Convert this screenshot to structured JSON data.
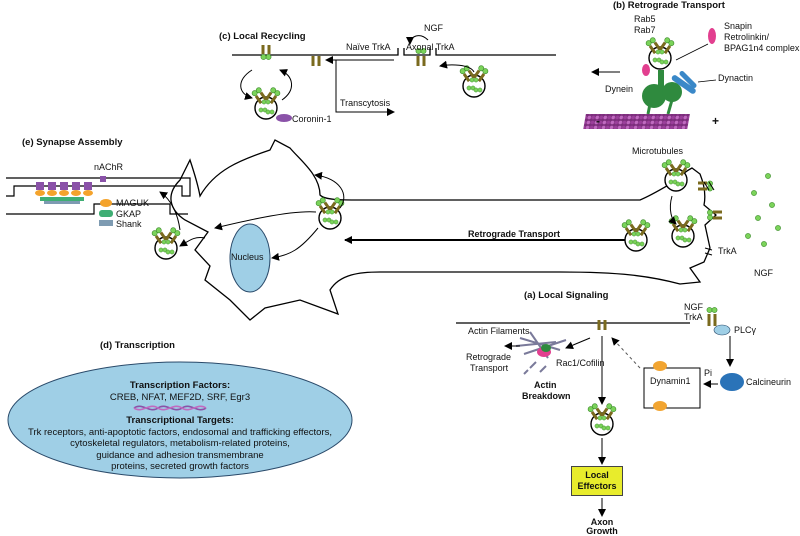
{
  "panels": {
    "a": "(a) Local Signaling",
    "b": "(b) Retrograde Transport",
    "c": "(c) Local Recycling",
    "d": "(d) Transcription",
    "e": "(e) Synapse Assembly"
  },
  "labels": {
    "rab5": "Rab5",
    "rab7": "Rab7",
    "snapin": "Snapin",
    "retrolinkin": "Retrolinkin/",
    "bpag": "BPAG1n4 complex",
    "dynactin": "Dynactin",
    "dynein": "Dynein",
    "minus": "-",
    "plus": "+",
    "microtubules": "Microtubules",
    "ngf_top": "NGF",
    "naive_trka": "Naïve TrkA",
    "axonal_trka": "Axonal TrkA",
    "coronin": "Coronin-1",
    "transcytosis": "Transcytosis",
    "nachr": "nAChR",
    "maguk": "MAGUK",
    "gkap": "GKAP",
    "shank": "Shank",
    "nucleus": "Nucleus",
    "retrograde_transport": "Retrograde Transport",
    "trka_right": "TrkA",
    "ngf_right": "NGF",
    "ngf_a": "NGF",
    "trka_a": "TrkA",
    "plcg": "PLCγ",
    "actin_filaments": "Actin Filaments",
    "retrograde_small_1": "Retrograde",
    "retrograde_small_2": "Transport",
    "rac1": "Rac1/Cofilin",
    "actin_breakdown_1": "Actin",
    "actin_breakdown_2": "Breakdown",
    "dynamin": "Dynamin1",
    "pi": "Pi",
    "calcineurin": "Calcineurin",
    "local_effectors_1": "Local",
    "local_effectors_2": "Effectors",
    "axon_growth_1": "Axon",
    "axon_growth_2": "Growth"
  },
  "transcription": {
    "factors_title": "Transcription Factors:",
    "factors": "CREB, NFAT, MEF2D, SRF, Egr3",
    "targets_title": "Transcriptional Targets:",
    "targets_1": "Trk receptors, anti-apoptotic factors, endosomal and trafficking effectors,",
    "targets_2": "cytoskeletal regulators, metabolism-related proteins,",
    "targets_3": "guidance and adhesion transmembrane",
    "targets_4": "proteins, secreted growth factors"
  },
  "colors": {
    "nucleus": "#9fcfe6",
    "ngf": "#7bd35a",
    "receptor": "#7a6a1e",
    "microtubule": "#7b2d7b",
    "dynein": "#2f8a3e",
    "dynactin": "#3a88c8",
    "effectors": "#e8ec2c",
    "calcineurin": "#2a73b8",
    "dynamin": "#f2a531",
    "coronin": "#8a52a8",
    "snapin": "#e23f8f",
    "maguk": "#f4a32c",
    "gkap": "#3fae74",
    "shank": "#7e9bb2"
  }
}
